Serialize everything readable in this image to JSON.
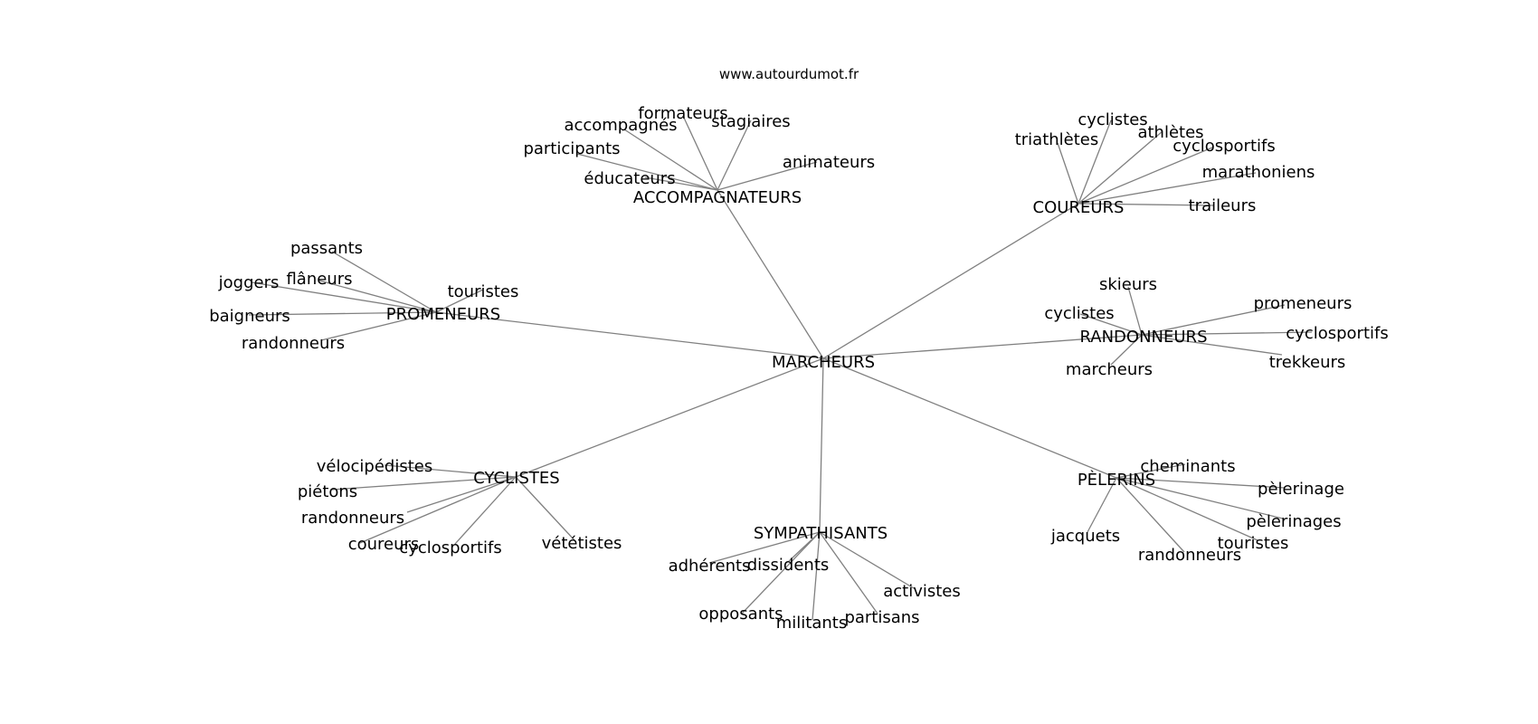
{
  "source_text": "www.autourdumot.fr",
  "colors": {
    "edge": "#808080",
    "text": "#000000",
    "background": "#ffffff"
  },
  "diagram": {
    "center": "MARCHEURS",
    "clusters": [
      {
        "hub": "ACCOMPAGNATEURS",
        "leaves": [
          "formateurs",
          "stagiaires",
          "accompagnés",
          "participants",
          "éducateurs",
          "animateurs"
        ]
      },
      {
        "hub": "COUREURS",
        "leaves": [
          "cyclistes",
          "athlètes",
          "triathlètes",
          "cyclosportifs",
          "marathoniens",
          "traileurs"
        ]
      },
      {
        "hub": "PROMENEURS",
        "leaves": [
          "passants",
          "flâneurs",
          "joggers",
          "touristes",
          "baigneurs",
          "randonneurs"
        ]
      },
      {
        "hub": "RANDONNEURS",
        "leaves": [
          "skieurs",
          "promeneurs",
          "cyclistes",
          "cyclosportifs",
          "trekkeurs",
          "marcheurs"
        ]
      },
      {
        "hub": "CYCLISTES",
        "leaves": [
          "vélocipédistes",
          "piétons",
          "randonneurs",
          "coureurs",
          "cyclosportifs",
          "vététistes"
        ]
      },
      {
        "hub": "SYMPATHISANTS",
        "leaves": [
          "adhérents",
          "dissidents",
          "activistes",
          "opposants",
          "militants",
          "partisans"
        ]
      },
      {
        "hub": "PÈLERINS",
        "leaves": [
          "cheminants",
          "pèlerinage",
          "pèlerinages",
          "jacquets",
          "touristes",
          "randonneurs"
        ]
      }
    ]
  }
}
